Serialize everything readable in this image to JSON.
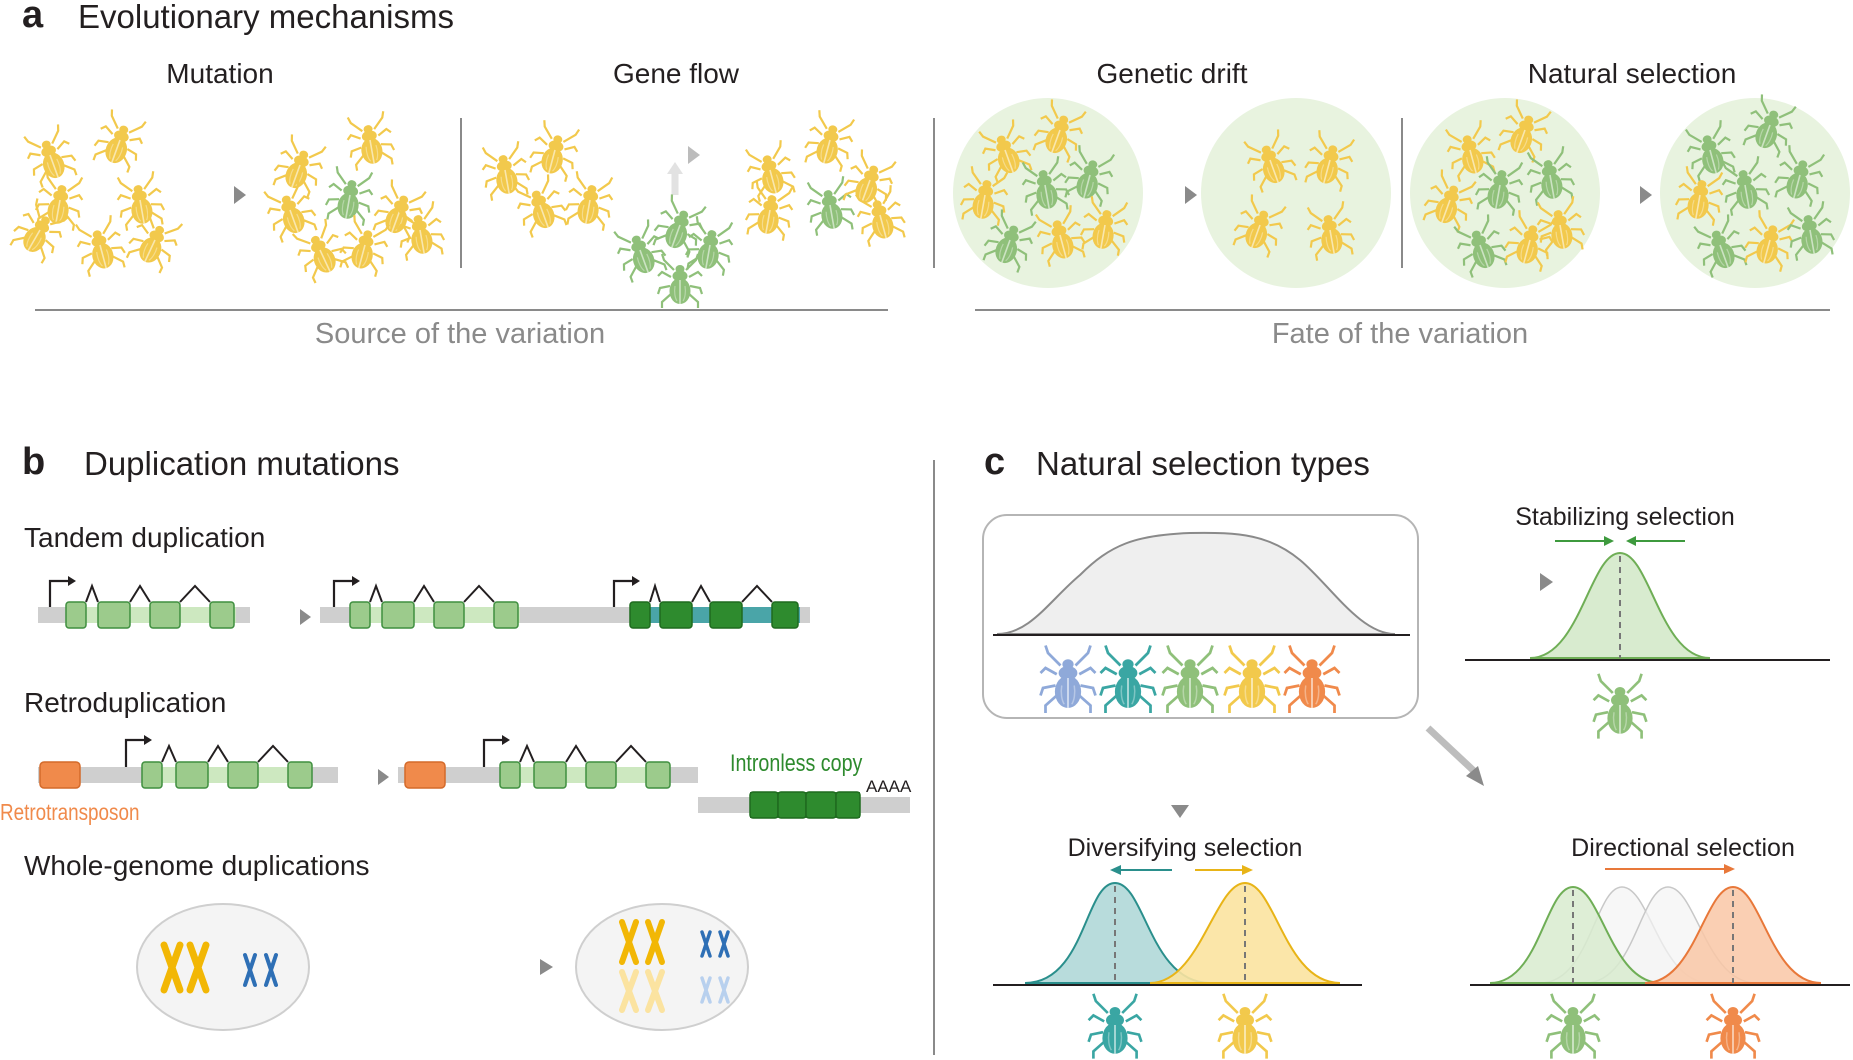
{
  "panel_a": {
    "label": "a",
    "title": "Evolutionary mechanisms",
    "mechanisms": [
      "Mutation",
      "Gene flow",
      "Genetic drift",
      "Natural selection"
    ],
    "groups": [
      "Source of the variation",
      "Fate of the variation"
    ]
  },
  "panel_b": {
    "label": "b",
    "title": "Duplication mutations",
    "tandem": "Tandem duplication",
    "retro": "Retroduplication",
    "retrotransposon": "Retrotransposon",
    "intronless": "Intronless copy",
    "polya": "AAAA",
    "wgd": "Whole-genome duplications"
  },
  "panel_c": {
    "label": "c",
    "title": "Natural selection types",
    "stabilizing": "Stabilizing selection",
    "diversifying": "Diversifying selection",
    "directional": "Directional selection"
  },
  "colors": {
    "yellow_beetle": "#f2c94c",
    "green_beetle": "#8fc07a",
    "teal_beetle": "#3aa6a3",
    "blue_beetle": "#8fa9d9",
    "orange_beetle": "#f08a4b",
    "exon_light": "#9ccb8c",
    "exon_dark": "#2e8b2e",
    "teal_exon": "#4aa5a8",
    "retrotransposon": "#f08a4b",
    "intronless_text": "#2e8b2e",
    "chrom_yellow": "#f2b705",
    "chrom_blue": "#2e6fb5"
  },
  "icons": [
    "beetle-icon",
    "arrow-icon",
    "promoter-icon",
    "chromosome-icon"
  ]
}
